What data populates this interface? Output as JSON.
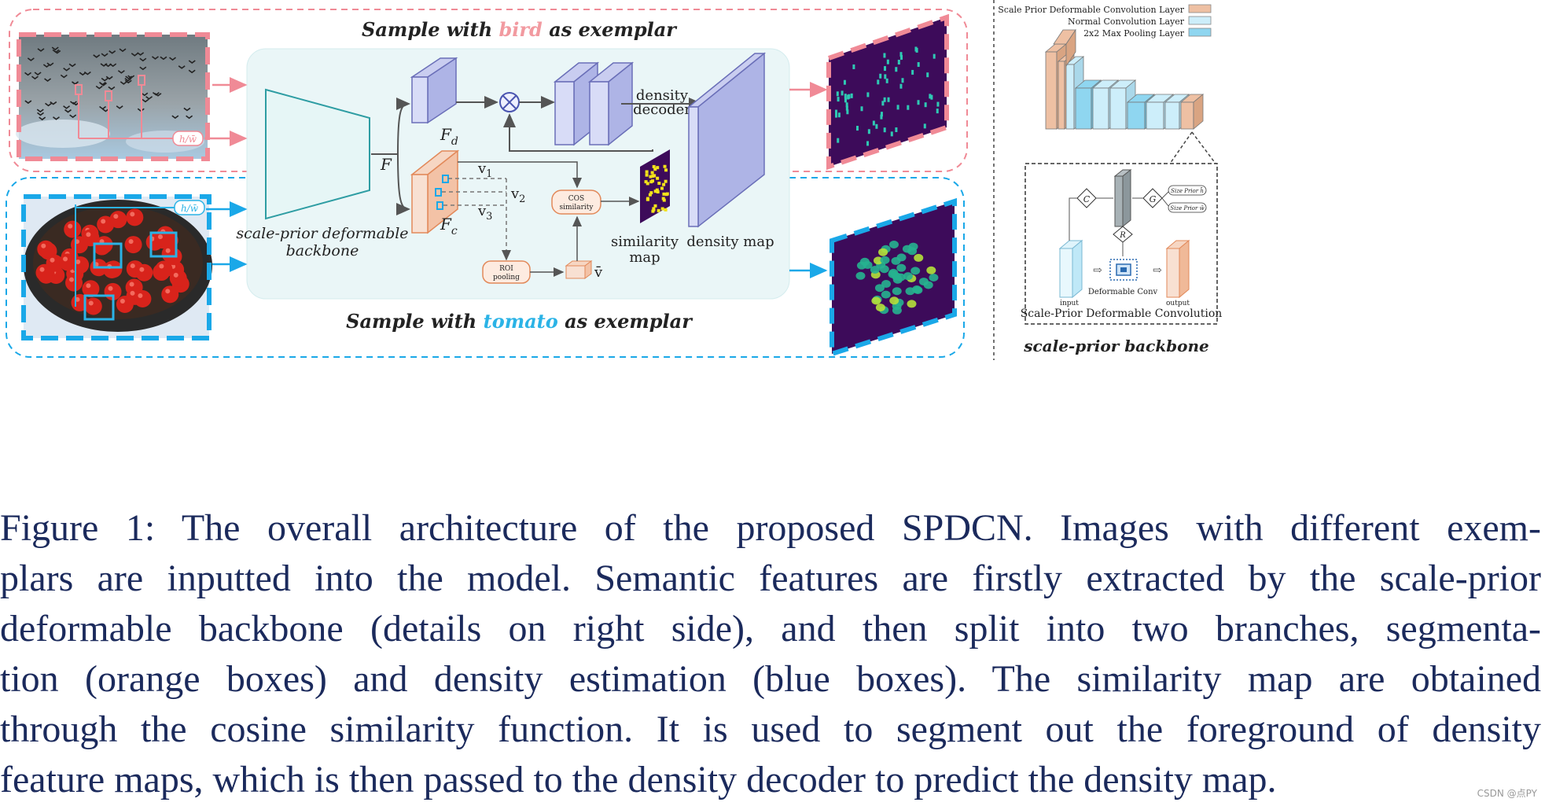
{
  "figure": {
    "top_title": {
      "prefix": "Sample with ",
      "word": "bird",
      "suffix": " as exemplar"
    },
    "bottom_title": {
      "prefix": "Sample with ",
      "word": "tomato",
      "suffix": " as exemplar"
    },
    "backbone_label_1": "scale-prior deformable",
    "backbone_label_2": "backbone",
    "F_label": "F",
    "Fd_label": "F",
    "Fd_sub": "d",
    "Fc_label": "F",
    "Fc_sub": "c",
    "v1": "v",
    "v1_sub": "1",
    "v2": "v",
    "v2_sub": "2",
    "v3": "v",
    "v3_sub": "3",
    "vbar": "v̄",
    "hw_label": "h/w̄",
    "cos_line1": "COS",
    "cos_line2": "similarity",
    "roi_line1": "ROI",
    "roi_line2": "pooling",
    "density_decoder_1": "density",
    "density_decoder_2": "decoder",
    "similarity_map_1": "similarity",
    "similarity_map_2": "map",
    "density_map": "density map",
    "legend": [
      {
        "label": "Scale Prior Deformable Convolution Layer",
        "color": "#eec0a3"
      },
      {
        "label": "Normal Convolution Layer",
        "color": "#cdeefa"
      },
      {
        "label": "2x2 Max Pooling Layer",
        "color": "#8fd6f0"
      }
    ],
    "spdc_box": {
      "title": "Scale-Prior Deformable Convolution",
      "input": "input",
      "output": "output",
      "deformable_conv": "Deformable Conv",
      "size_prior_h": "Size Prior h̄",
      "size_prior_w": "Size Prior w̄",
      "C": "C",
      "G": "G",
      "R": "R"
    },
    "right_caption": "scale-prior backbone",
    "colors": {
      "bird": "#f29aa0",
      "tomato": "#2bb3e6",
      "pink_border": "#f08a96",
      "blue_border": "#1aa8e8"
    }
  },
  "caption": {
    "lines": [
      "Figure 1: The overall architecture of the proposed SPDCN. Images with different exem-",
      "plars are inputted into the model. Semantic features are firstly extracted by the scale-prior",
      "deformable backbone (details on right side), and then split into two branches, segmenta-",
      "tion (orange boxes) and density estimation (blue boxes). The similarity map are obtained",
      "through the cosine similarity function. It is used to segment out the foreground of density",
      "feature maps, which is then passed to the density decoder to predict the density map."
    ]
  },
  "watermark": "CSDN @点PY"
}
